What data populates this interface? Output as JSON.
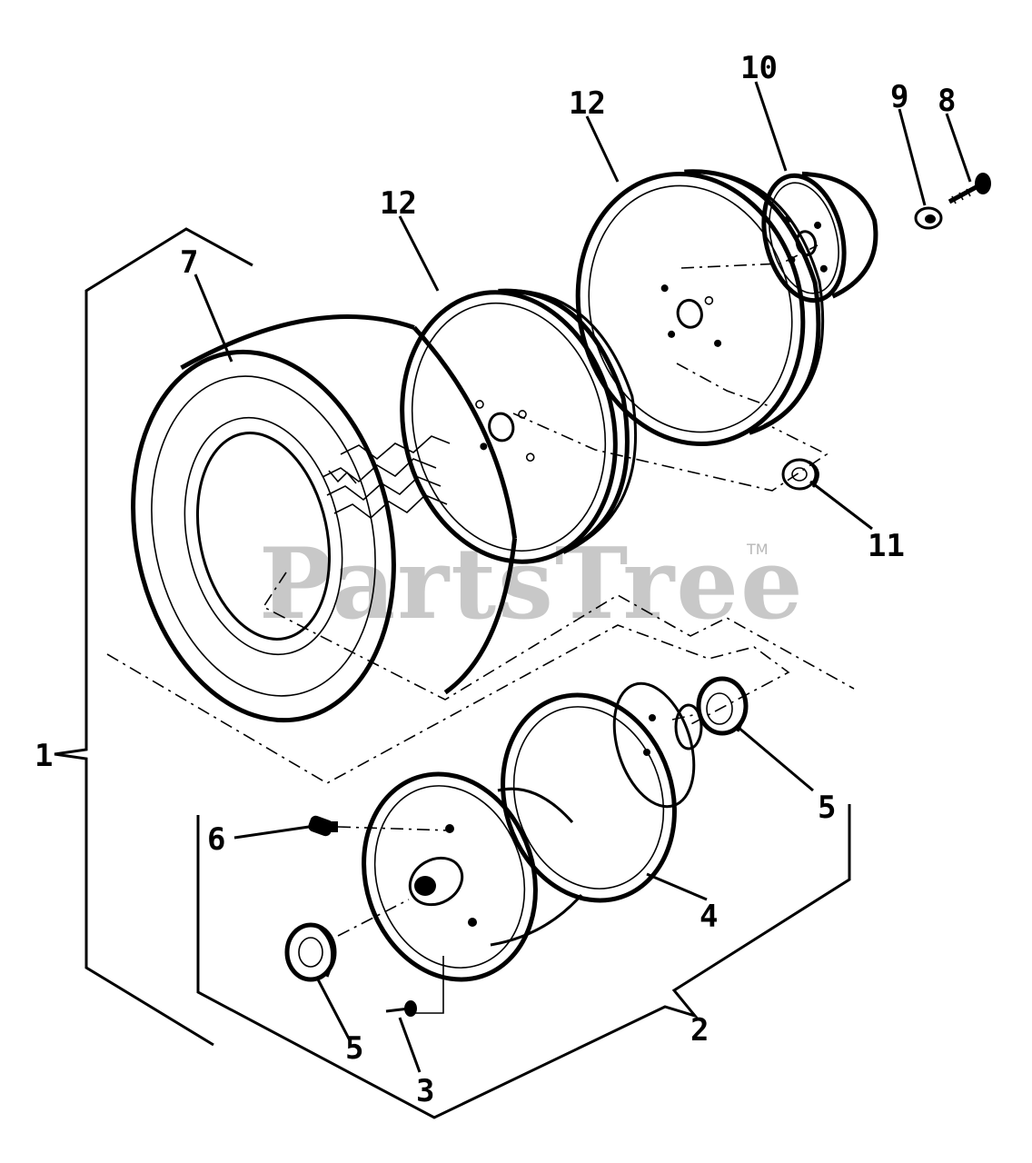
{
  "watermark": {
    "text": "PartsTree",
    "trademark": "TM"
  },
  "callouts": {
    "c1": "1",
    "c2": "2",
    "c3": "3",
    "c4": "4",
    "c5_right": "5",
    "c5_left": "5",
    "c6": "6",
    "c7": "7",
    "c8": "8",
    "c9": "9",
    "c10": "10",
    "c11": "11",
    "c12_left": "12",
    "c12_right": "12"
  },
  "colors": {
    "ink": "#000000",
    "watermark": "#c8c8c8"
  }
}
